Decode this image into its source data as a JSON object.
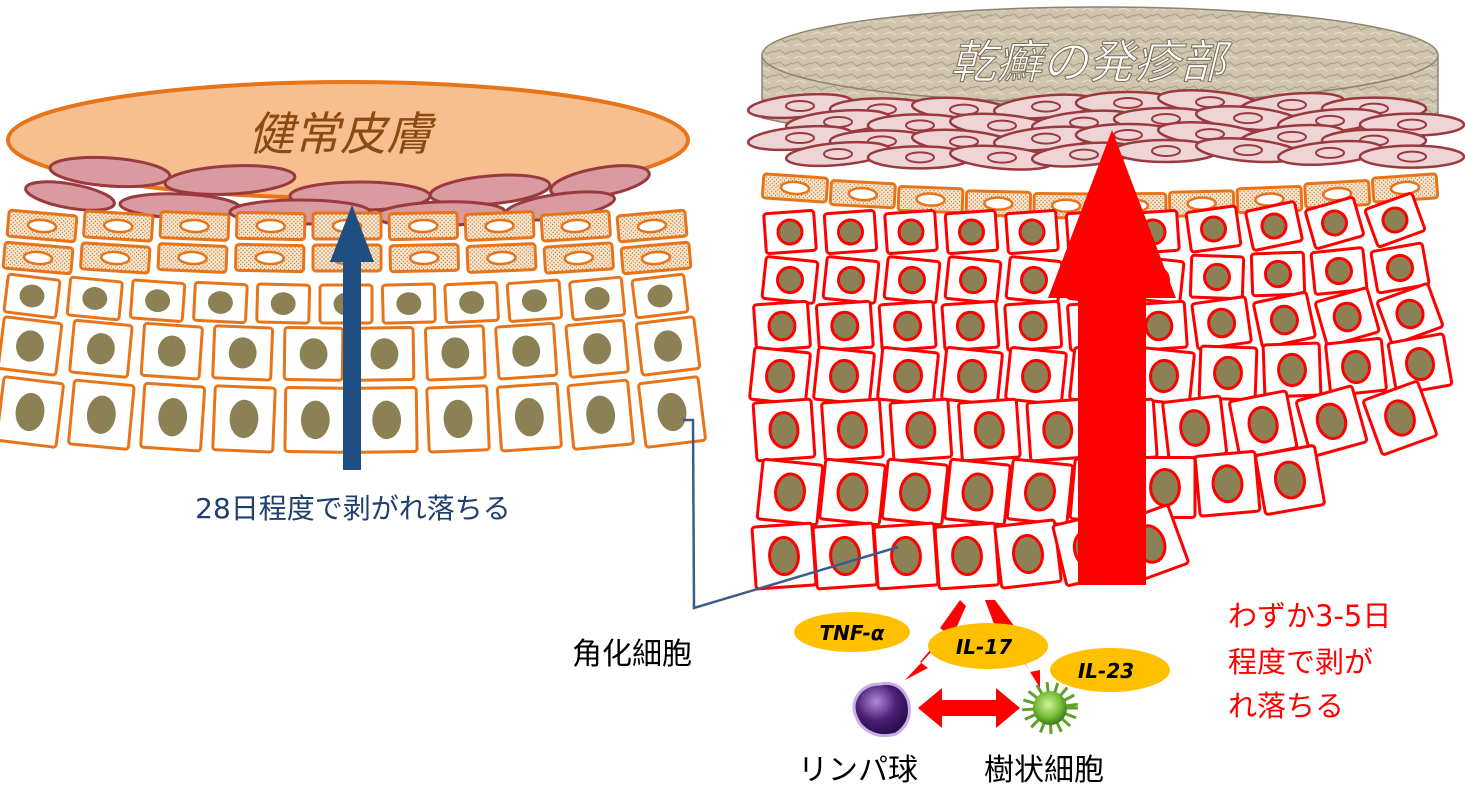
{
  "healthy": {
    "title": "健常皮膚",
    "caption": "28日程度で剥がれ落ちる"
  },
  "psoriasis": {
    "title": "乾癬の発疹部",
    "caption_lines": [
      "わずか3-5日",
      "程度で剥が",
      "れ落ちる"
    ]
  },
  "labels": {
    "keratinocyte": "角化細胞",
    "lymphocyte": "リンパ球",
    "dendritic_cell": "樹状細胞"
  },
  "cytokines": {
    "tnf": "TNF-α",
    "il17": "IL-17",
    "il23": "IL-23"
  },
  "colors": {
    "healthy_top": "#f7bf8f",
    "healthy_outline": "#e8741a",
    "flat_cell": "#d99ba0",
    "flat_cell_outline": "#9a3a3f",
    "nucleus": "#8c8154",
    "psoriasis_outline": "#ff0000",
    "psoriasis_arrow": "#ff0000",
    "healthy_arrow": "#1f4e82",
    "plaque": "#c9bda5",
    "cytokine_fill": "#ffc000",
    "lymphocyte": "#5b2a86",
    "dendritic": "#7bbf3a",
    "caption_red": "#ff0000",
    "caption_blue": "#1f3f6e"
  },
  "icons": [
    "up-arrow-icon",
    "double-arrow-icon",
    "lymphocyte-icon",
    "dendritic-cell-icon"
  ]
}
